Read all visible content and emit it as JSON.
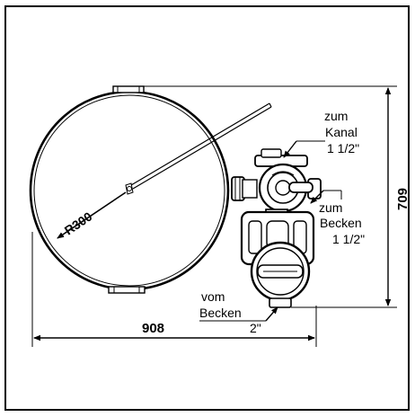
{
  "labels": {
    "radius": "R300",
    "width": "908",
    "height": "709",
    "outlet_line1": "zum",
    "outlet_line2": "Kanal",
    "outlet_line3": "1 1/2\"",
    "return_line1": "zum",
    "return_line2": "Becken",
    "return_line3": "1 1/2\"",
    "inlet_line1": "vom",
    "inlet_line2": "Becken",
    "inlet_line3": "2\""
  }
}
